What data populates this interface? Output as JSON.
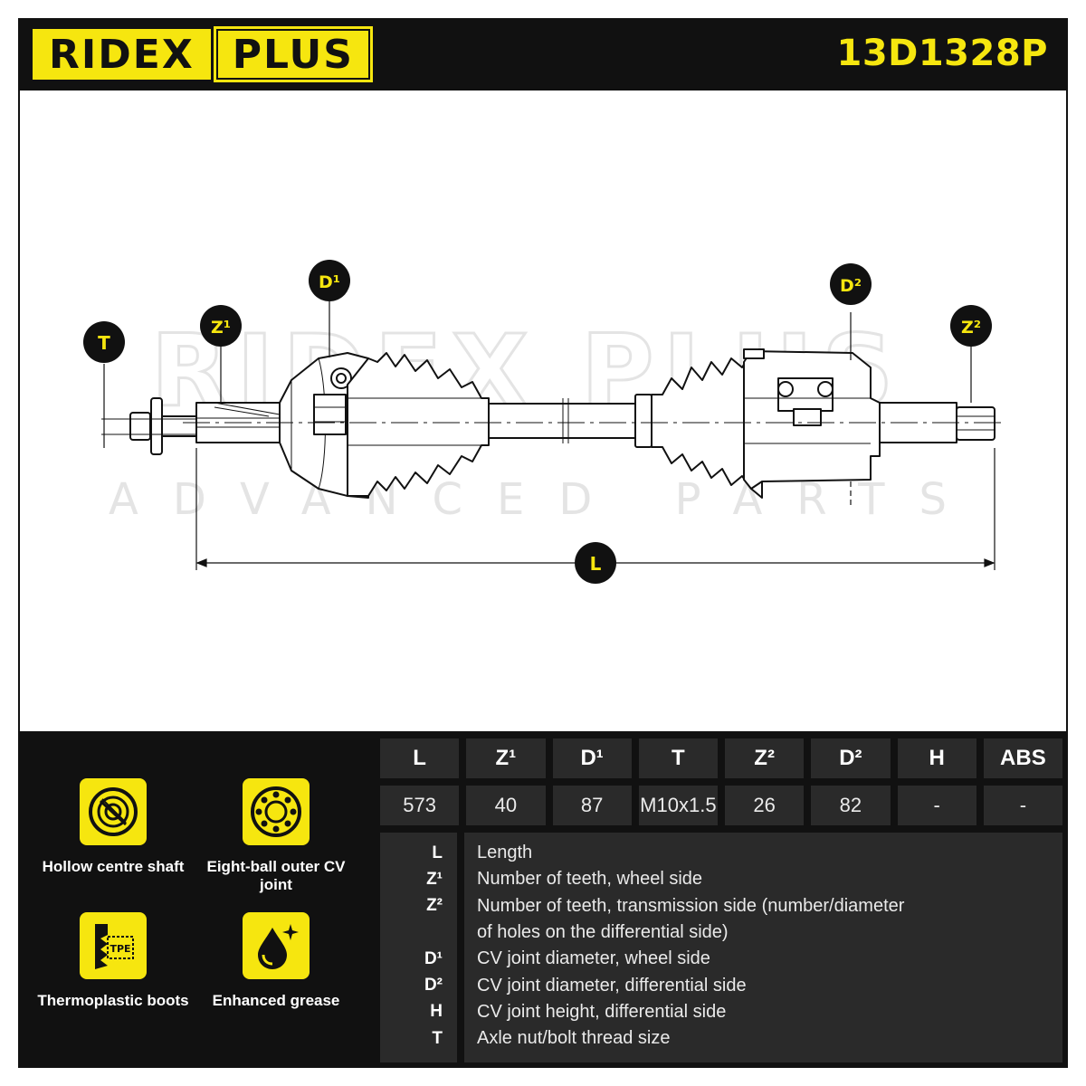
{
  "header": {
    "brand_left": "RIDEX",
    "brand_right": "PLUS",
    "part_number": "13D1328P"
  },
  "watermark": {
    "brand": "RIDEX PLUS",
    "tagline": "ADVANCED PARTS"
  },
  "diagram": {
    "callouts": {
      "T": "T",
      "Z1": "Z¹",
      "D1": "D¹",
      "D2": "D²",
      "Z2": "Z²",
      "L": "L"
    }
  },
  "features": [
    {
      "label": "Hollow centre shaft",
      "icon": "hollow-shaft-icon"
    },
    {
      "label": "Eight-ball outer CV joint",
      "icon": "eight-ball-joint-icon"
    },
    {
      "label": "Thermoplastic boots",
      "icon": "tpe-boot-icon",
      "icon_text": "TPE"
    },
    {
      "label": "Enhanced grease",
      "icon": "grease-drop-icon"
    }
  ],
  "specs": {
    "headers": [
      "L",
      "Z¹",
      "D¹",
      "T",
      "Z²",
      "D²",
      "H",
      "ABS"
    ],
    "values": [
      "573",
      "40",
      "87",
      "M10x1.5",
      "26",
      "82",
      "-",
      "-"
    ]
  },
  "legend": [
    {
      "key": "L",
      "text": "Length"
    },
    {
      "key": "Z¹",
      "text": "Number of teeth, wheel side"
    },
    {
      "key": "Z²",
      "text": "Number of teeth, transmission side (number/diameter"
    },
    {
      "key": "",
      "text": "of holes on the differential side)"
    },
    {
      "key": "D¹",
      "text": "CV joint diameter, wheel side"
    },
    {
      "key": "D²",
      "text": "CV joint diameter, differential side"
    },
    {
      "key": "H",
      "text": "CV joint height, differential side"
    },
    {
      "key": "T",
      "text": "Axle nut/bolt thread size"
    }
  ],
  "colors": {
    "accent": "#f6e60f",
    "dark": "#111111",
    "panel": "#2a2a2a"
  }
}
